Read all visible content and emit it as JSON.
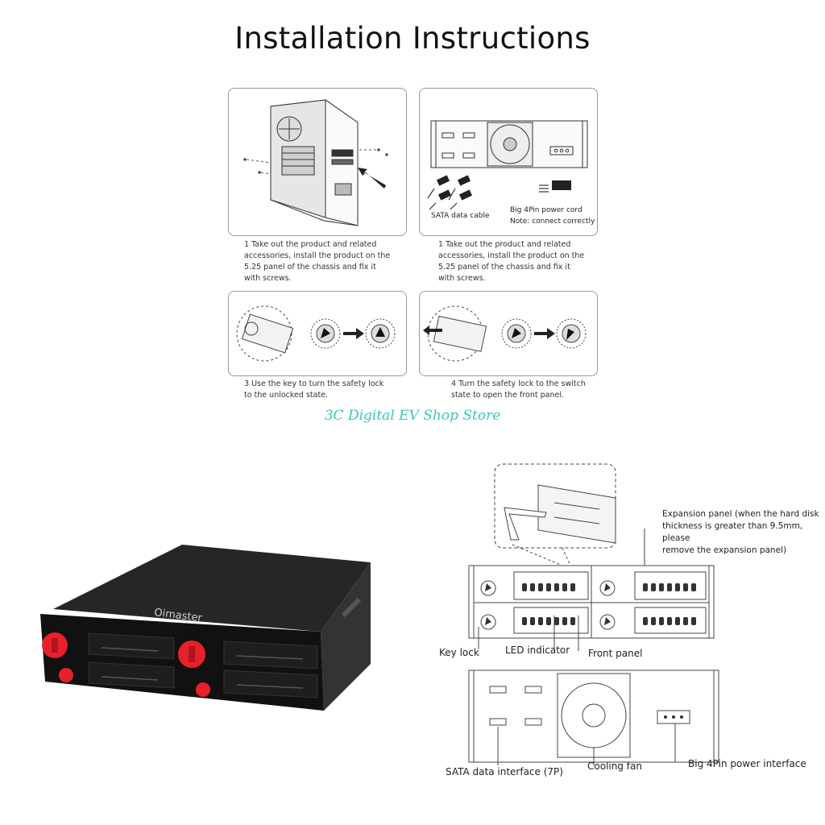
{
  "title": "Installation Instructions",
  "steps": [
    {
      "caption": "1 Take out the product and related\naccessories, install the product on the\n5.25 panel of the chassis and fix it\nwith screws."
    },
    {
      "caption": "1 Take out the product and related\naccessories, install the product on the\n5.25 panel of the chassis and fix it\nwith screws.",
      "labels": {
        "sata": "SATA data cable",
        "power": "Big 4Pin power cord",
        "note": "Note: connect correctly"
      }
    },
    {
      "caption": "3 Use the key to turn the safety lock\nto the unlocked state."
    },
    {
      "caption": "4 Turn the safety lock to the switch\nstate to open the front panel."
    }
  ],
  "watermark": "3C Digital EV Shop Store",
  "product": {
    "brand": "Oimaster",
    "accent_color": "#e8202a",
    "body_color": "#1c1c1c"
  },
  "diagram": {
    "expansion_panel": "Expansion panel (when the hard disk\nthickness is greater than 9.5mm, please\nremove the expansion panel)",
    "key_lock": "Key lock",
    "led_indicator": "LED indicator",
    "front_panel": "Front panel",
    "sata_interface": "SATA data interface (7P)",
    "cooling_fan": "Cooling fan",
    "power_interface": "Big 4Pin power interface"
  }
}
